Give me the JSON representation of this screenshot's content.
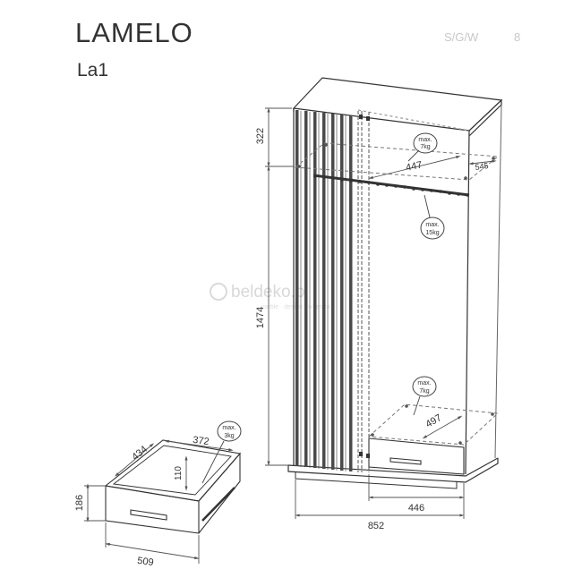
{
  "header": {
    "title": "LAMELO",
    "model_code": "La1",
    "code_faint": "S/G/W",
    "code_faint_tail": "8"
  },
  "watermark": {
    "brand": "beldeko.pl",
    "tagline": "meble · design · wnętrza"
  },
  "wardrobe": {
    "dim_top_section": "322",
    "dim_height": "1474",
    "dim_width": "852",
    "dim_right_section_width": "446",
    "dim_shelf_top_depth": "447",
    "dim_shelf_top_side": "545",
    "dim_shelf_bottom_depth": "497",
    "badge_top_shelf": [
      "max.",
      "7kg"
    ],
    "badge_rail": [
      "max.",
      "15kg"
    ],
    "badge_bottom_shelf": [
      "max.",
      "7kg"
    ]
  },
  "drawer": {
    "dim_depth": "434",
    "dim_inner_width": "372",
    "dim_inner_height": "110",
    "dim_height": "186",
    "dim_width": "509",
    "badge_max": [
      "max.",
      "3kg"
    ]
  },
  "colors": {
    "line": "#333333",
    "dim_line": "#555555",
    "dashed": "#777777",
    "slat": "#4a4a4a",
    "text": "#333333",
    "faint": "#c8c8c8",
    "watermark": "#d4d4d4"
  }
}
